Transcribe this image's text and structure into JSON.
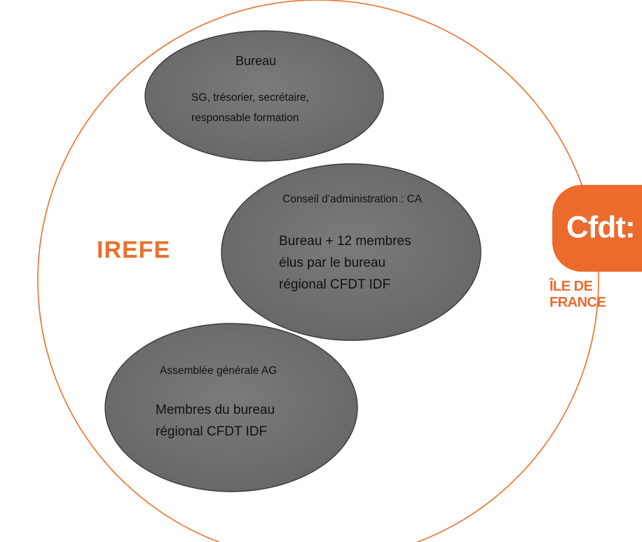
{
  "colors": {
    "outer_circle": "#e8702a",
    "ellipse_fill": "#707070",
    "ellipse_stroke": "#3a3a3a",
    "accent": "#e8702a",
    "logo": "#ec6a2c"
  },
  "diagram": {
    "outer_label": "IREFE",
    "bureau": {
      "title": "Bureau",
      "body": [
        "SG, trésorier, secrétaire,",
        "responsable formation"
      ]
    },
    "conseil": {
      "title": "Conseil d’administration : CA",
      "body": [
        "Bureau + 12 membres",
        "élus par le bureau",
        "régional CFDT IDF"
      ]
    },
    "assemblee": {
      "title": "Assemblée générale AG",
      "body": [
        "Membres du bureau",
        "régional CFDT IDF"
      ]
    }
  },
  "logo": {
    "brand": "Cfdt:",
    "region": "ÎLE DE FRANCE"
  }
}
